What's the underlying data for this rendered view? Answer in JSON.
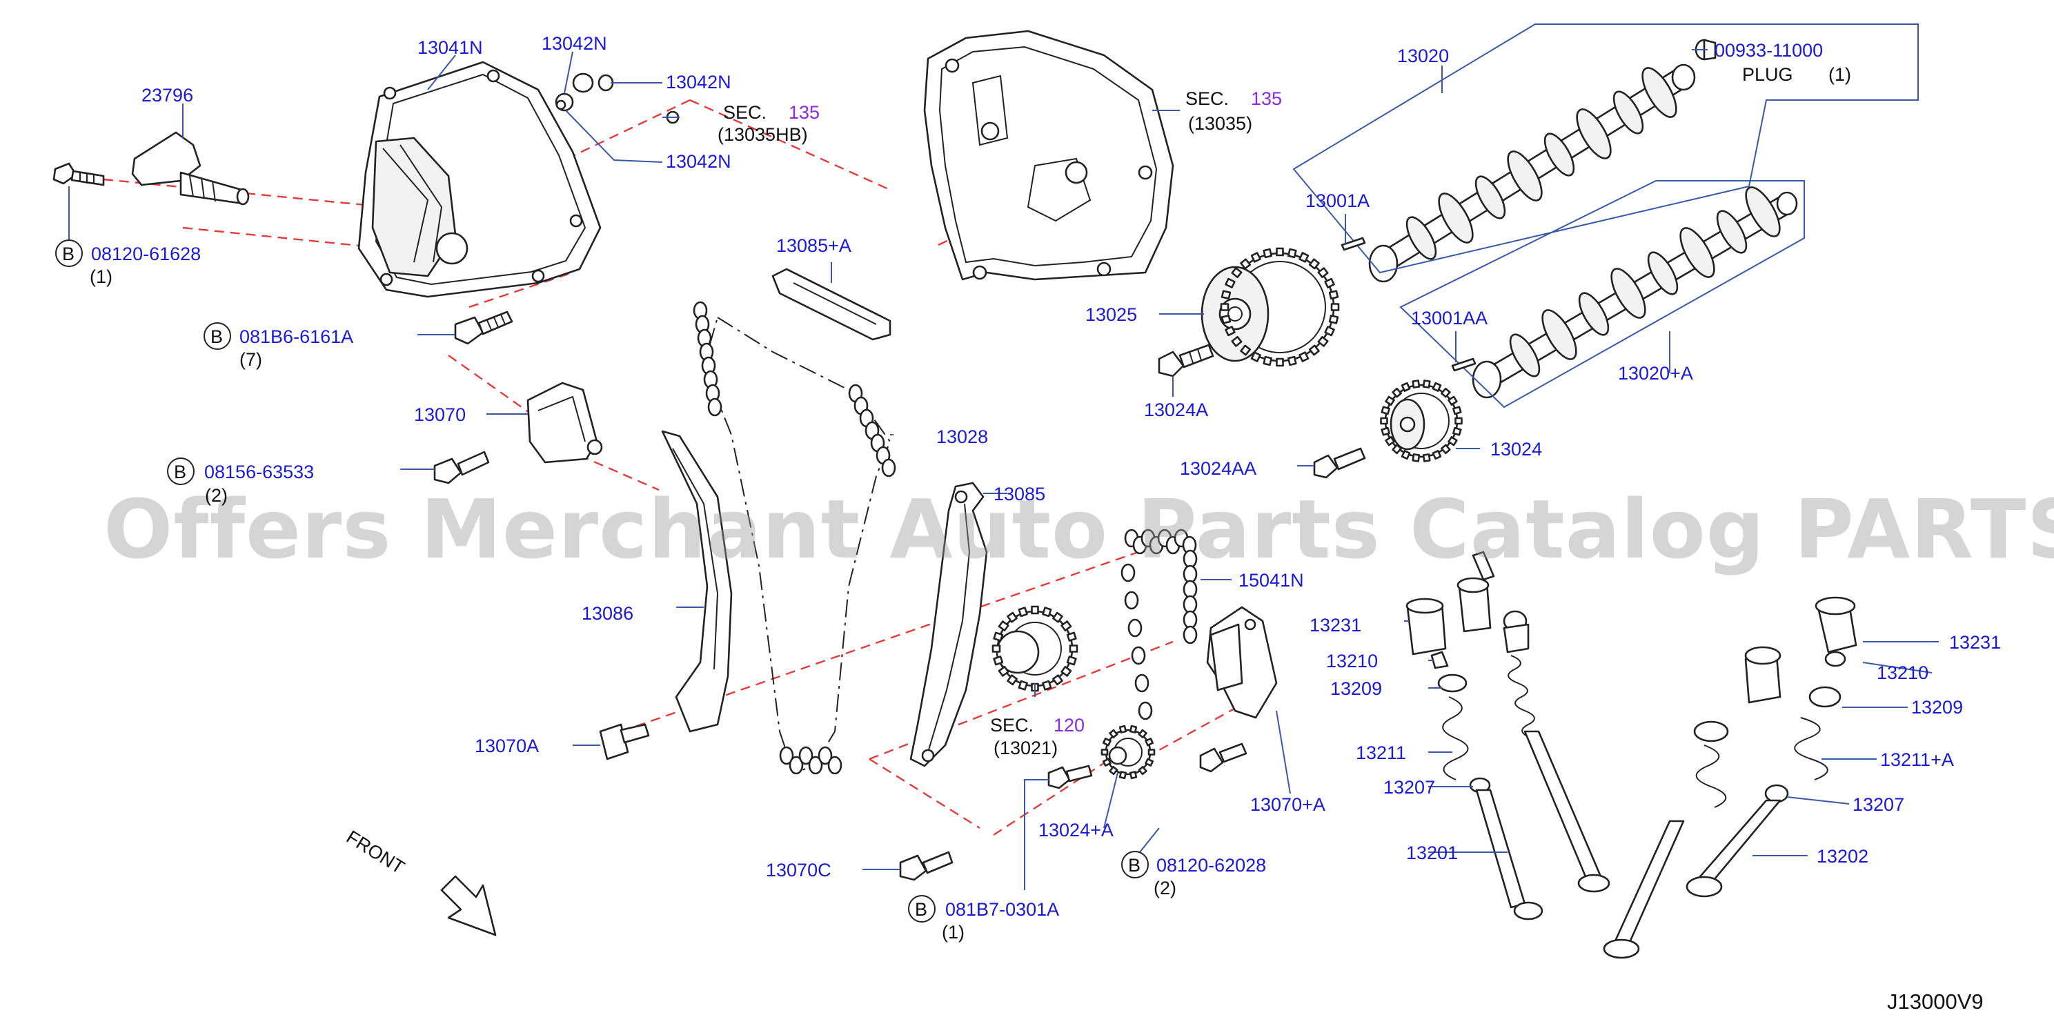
{
  "watermark": "Offers Merchant Auto Parts Catalog PARTSTORE.SA",
  "diagram_code": "J13000V9",
  "front_label": "FRONT",
  "callouts": {
    "p13041N": "13041N",
    "p13042N_a": "13042N",
    "p13042N_b": "13042N",
    "p13042N_c": "13042N",
    "p23796": "23796",
    "sec135hb_prefix": "SEC.",
    "sec135hb_num": "135",
    "sec135hb_ref": "(13035HB)",
    "sec135_prefix": "SEC.",
    "sec135_num": "135",
    "sec135_ref": "(13035)",
    "p13020": "13020",
    "p00933": "00933-11000",
    "plug": "PLUG",
    "plug_qty": "(1)",
    "p13001A": "13001A",
    "p13001AA": "13001AA",
    "p13020A": "13020+A",
    "p13025": "13025",
    "p13024A": "13024A",
    "p13024AA": "13024AA",
    "p13024": "13024",
    "b08120_61628": "08120-61628",
    "q1_a": "(1)",
    "b081B6": "081B6-6161A",
    "q7": "(7)",
    "p13085A": "13085+A",
    "p13070": "13070",
    "p13028": "13028",
    "b08156": "08156-63533",
    "q2_a": "(2)",
    "p13085": "13085",
    "p15041N": "15041N",
    "p13086": "13086",
    "p13231_l": "13231",
    "p13210_l": "13210",
    "p13209_l": "13209",
    "p13211": "13211",
    "p13207_l": "13207",
    "p13201": "13201",
    "p13231_r": "13231",
    "p13210_r": "13210",
    "p13209_r": "13209",
    "p13211A": "13211+A",
    "p13207_r": "13207",
    "p13202": "13202",
    "sec120_prefix": "SEC.",
    "sec120_num": "120",
    "sec120_ref": "(13021)",
    "p13070A": "13070A",
    "p13024pA": "13024+A",
    "p13070pA": "13070+A",
    "b08120_62028": "08120-62028",
    "q2_b": "(2)",
    "p13070C": "13070C",
    "b081B7": "081B7-0301A",
    "q1_b": "(1)",
    "b_letter": "B"
  },
  "colors": {
    "callout_blue": "#1a1ad6",
    "section_purple": "#8a2be2",
    "dash_red": "#e23b3b",
    "leader_blue": "#3a58a8"
  }
}
